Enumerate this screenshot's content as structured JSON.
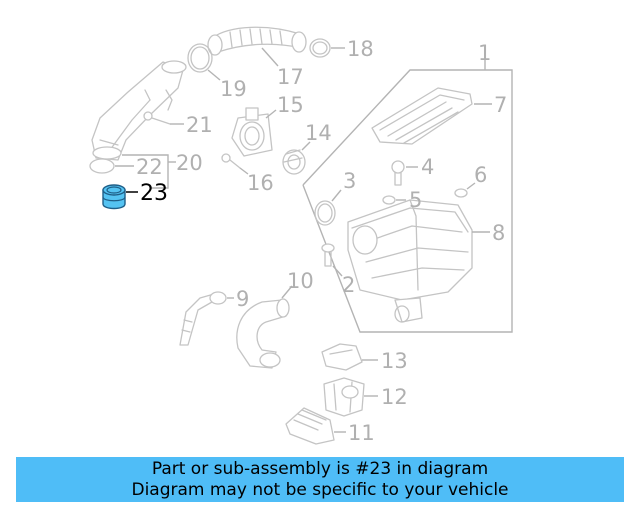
{
  "diagram": {
    "highlighted_part": "23",
    "highlight_color": "#55c3f2",
    "callouts": [
      "1",
      "2",
      "3",
      "4",
      "5",
      "6",
      "7",
      "8",
      "9",
      "10",
      "11",
      "12",
      "13",
      "14",
      "15",
      "16",
      "17",
      "18",
      "19",
      "20",
      "21",
      "22",
      "23"
    ]
  },
  "banner": {
    "line1": "Part or sub-assembly is #23 in diagram",
    "line2": "Diagram may not be specific to your vehicle",
    "background": "#4fbdf7"
  }
}
